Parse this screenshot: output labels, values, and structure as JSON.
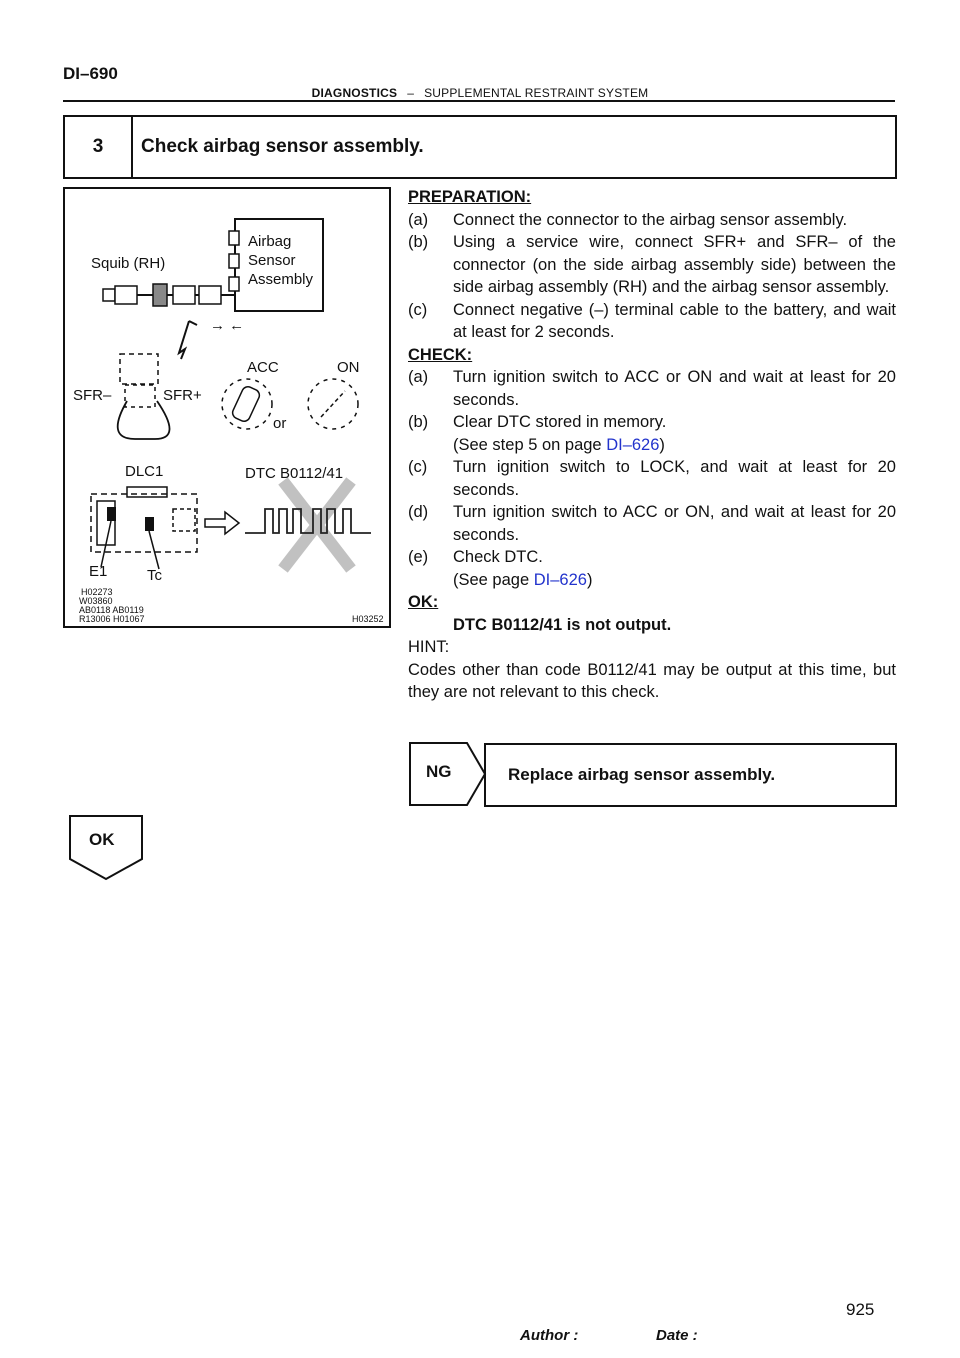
{
  "header": {
    "page_id": "DI–690",
    "section": "DIAGNOSTICS",
    "separator": "–",
    "subsection": "SUPPLEMENTAL RESTRAINT SYSTEM"
  },
  "step": {
    "number": "3",
    "title": "Check airbag sensor assembly."
  },
  "figure": {
    "labels": {
      "airbag_sensor_line1": "Airbag",
      "airbag_sensor_line2": "Sensor",
      "airbag_sensor_line3": "Assembly",
      "squib": "Squib (RH)",
      "arrows": "→ ←",
      "acc": "ACC",
      "on": "ON",
      "or": "or",
      "sfr_minus": "SFR–",
      "sfr_plus": "SFR+",
      "dlc1": "DLC1",
      "dtc": "DTC B0112/41",
      "e1": "E1",
      "tc": "Tc"
    },
    "codes": {
      "line1": "H02273",
      "line2": "W03860",
      "line3": "AB0118  AB0119",
      "line4": "R13006  H01067",
      "right": "H03252"
    }
  },
  "preparation": {
    "heading": "PREPARATION:",
    "items": [
      {
        "letter": "(a)",
        "text": "Connect the connector to the airbag sensor assembly."
      },
      {
        "letter": "(b)",
        "text": "Using a service wire, connect SFR+ and SFR– of the connector (on the side airbag assembly side) between the side airbag assembly (RH) and the airbag sensor assembly."
      },
      {
        "letter": "(c)",
        "text": "Connect negative (–) terminal cable to the battery, and wait at least for 2 seconds."
      }
    ]
  },
  "check": {
    "heading": "CHECK:",
    "a": {
      "letter": "(a)",
      "text": "Turn ignition switch to ACC or ON and wait at least for 20 seconds."
    },
    "b": {
      "letter": "(b)",
      "text": "Clear DTC stored in memory.",
      "ref_prefix": "(See step 5 on page ",
      "ref_link": "DI–626",
      "ref_suffix": ")"
    },
    "c": {
      "letter": "(c)",
      "text": "Turn ignition switch to LOCK, and wait at least for 20 seconds."
    },
    "d": {
      "letter": "(d)",
      "text": "Turn ignition switch to ACC or ON, and wait at least for 20 seconds."
    },
    "e": {
      "letter": "(e)",
      "text": "Check DTC.",
      "ref_prefix": "(See page ",
      "ref_link": "DI–626",
      "ref_suffix": ")"
    }
  },
  "ok_section": {
    "heading": "OK:",
    "text": "DTC B0112/41 is not output."
  },
  "hint": {
    "heading": "HINT:",
    "text": "Codes other than code B0112/41 may be output at this time, but they are not relevant to this check."
  },
  "ng": {
    "tag": "NG",
    "action": "Replace airbag sensor assembly."
  },
  "ok_tag": "OK",
  "footer": {
    "author_label": "Author :",
    "date_label": "Date :",
    "page_number": "925"
  }
}
